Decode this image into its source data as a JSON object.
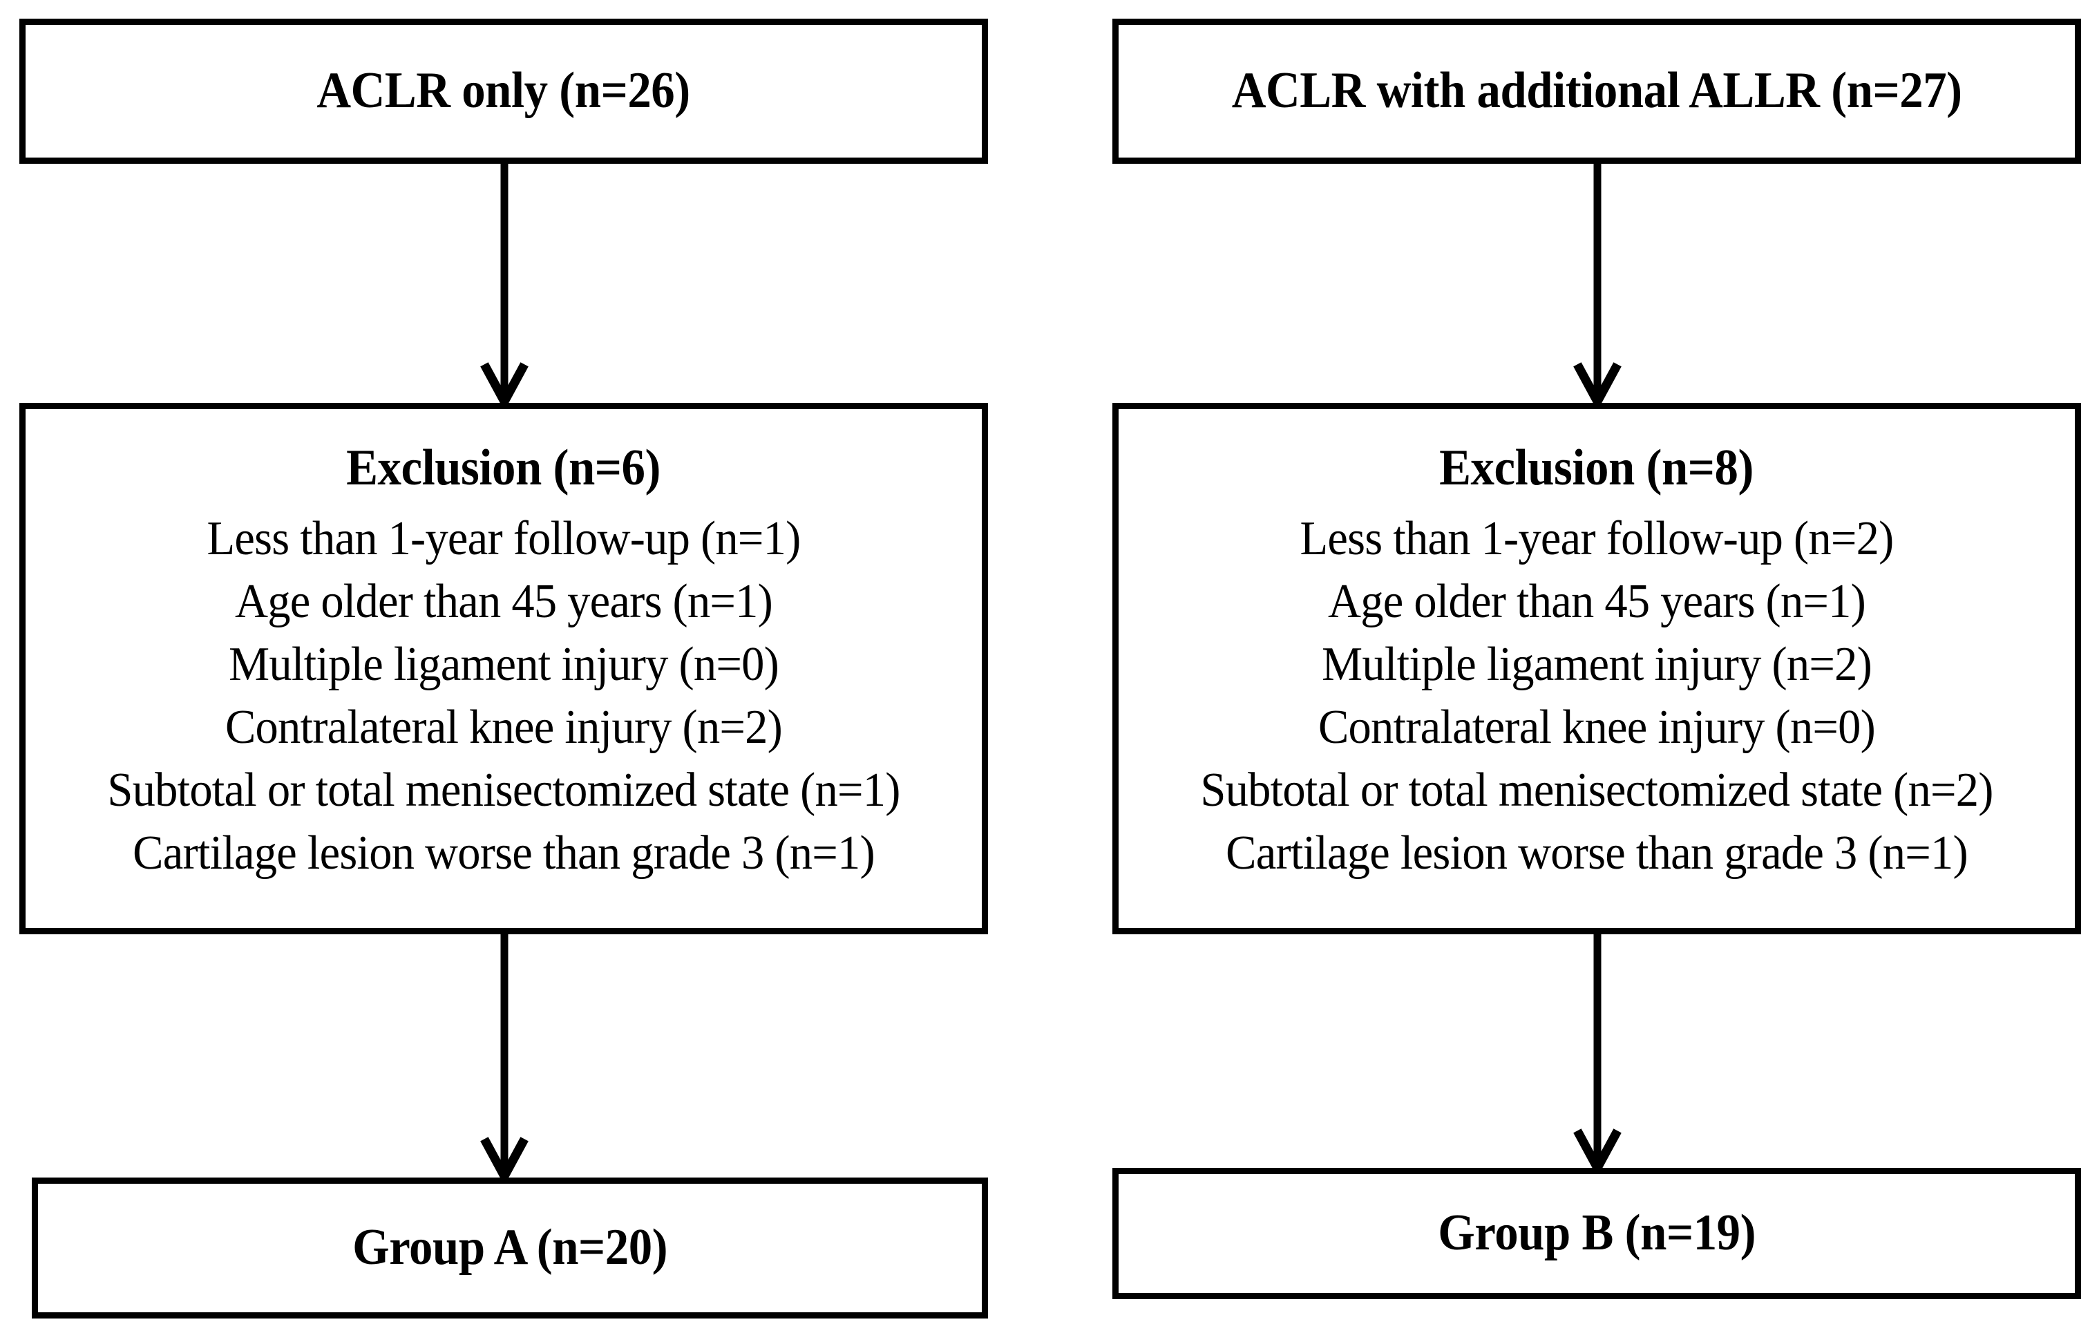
{
  "figure": {
    "type": "study-flow-diagram",
    "background_color": "#ffffff",
    "line_color": "#000000"
  },
  "columns": [
    {
      "id": "left",
      "enrollment": {
        "label": "ACLR only (n=26)"
      },
      "exclusion": {
        "heading": "Exclusion (n=6)",
        "reasons": [
          "Less than 1-year follow-up (n=1)",
          "Age older than 45 years (n=1)",
          "Multiple ligament injury (n=0)",
          "Contralateral knee injury (n=2)",
          "Subtotal or total menisectomized state (n=1)",
          "Cartilage lesion worse than grade 3 (n=1)"
        ]
      },
      "result": {
        "label": "Group A (n=20)"
      }
    },
    {
      "id": "right",
      "enrollment": {
        "label": "ACLR with additional ALLR (n=27)"
      },
      "exclusion": {
        "heading": "Exclusion (n=8)",
        "reasons": [
          "Less than 1-year follow-up (n=2)",
          "Age older than 45 years (n=1)",
          "Multiple ligament injury (n=2)",
          "Contralateral knee injury (n=0)",
          "Subtotal or total menisectomized state (n=2)",
          "Cartilage lesion worse than grade 3 (n=1)"
        ]
      },
      "result": {
        "label": "Group B (n=19)"
      }
    }
  ],
  "connectors": [
    {
      "name": "left-enrollment-to-exclusion",
      "direction": "down"
    },
    {
      "name": "left-exclusion-to-result",
      "direction": "down"
    },
    {
      "name": "right-enrollment-to-exclusion",
      "direction": "down"
    },
    {
      "name": "right-exclusion-to-result",
      "direction": "down"
    }
  ]
}
